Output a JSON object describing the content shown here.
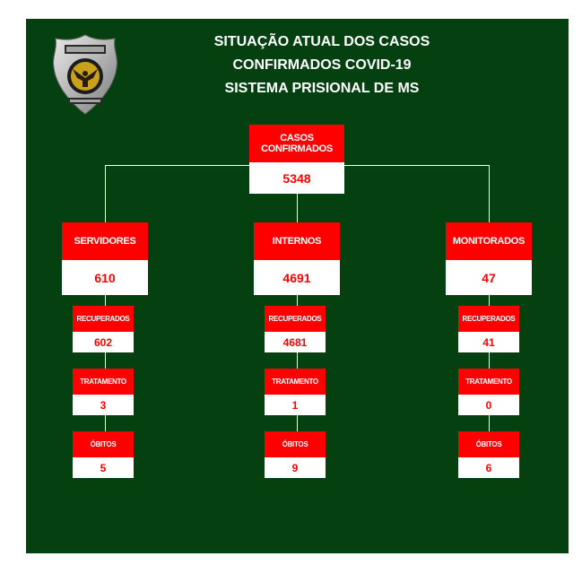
{
  "title": {
    "line1": "SITUAÇÃO ATUAL DOS CASOS",
    "line2": "CONFIRMADOS COVID-19",
    "line3": "SISTEMA PRISIONAL DE MS"
  },
  "root": {
    "label_line1": "CASOS",
    "label_line2": "CONFIRMADOS",
    "value": "5348"
  },
  "branches": [
    {
      "label": "SERVIDORES",
      "value": "610",
      "items": [
        {
          "label": "RECUPERADOS",
          "value": "602"
        },
        {
          "label": "TRATAMENTO",
          "value": "3"
        },
        {
          "label": "ÓBITOS",
          "value": "5"
        }
      ]
    },
    {
      "label": "INTERNOS",
      "value": "4691",
      "items": [
        {
          "label": "RECUPERADOS",
          "value": "4681"
        },
        {
          "label": "TRATAMENTO",
          "value": "1"
        },
        {
          "label": "ÓBITOS",
          "value": "9"
        }
      ]
    },
    {
      "label": "MONITORADOS",
      "value": "47",
      "items": [
        {
          "label": "RECUPERADOS",
          "value": "41"
        },
        {
          "label": "TRATAMENTO",
          "value": "0"
        },
        {
          "label": "ÓBITOS",
          "value": "6"
        }
      ]
    }
  ],
  "badge": {
    "icon": "police-badge-icon",
    "emblem": "eagle-icon"
  },
  "colors": {
    "background": "#054010",
    "header": "#ff0000",
    "value_text": "#ff0000",
    "value_bg": "#ffffff"
  }
}
